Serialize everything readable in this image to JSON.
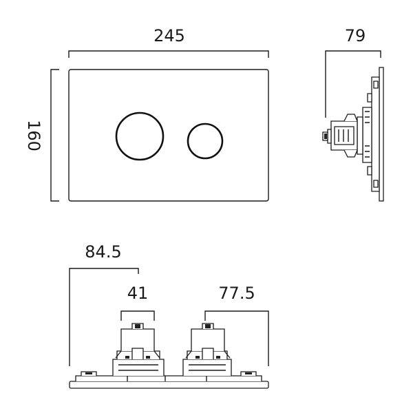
{
  "drawing": {
    "front_view": {
      "width_label": "245",
      "height_label": "160"
    },
    "side_view": {
      "depth_label": "79"
    },
    "bottom_view": {
      "offset_left_label": "84.5",
      "button_width_label": "41",
      "offset_right_label": "77.5"
    }
  }
}
